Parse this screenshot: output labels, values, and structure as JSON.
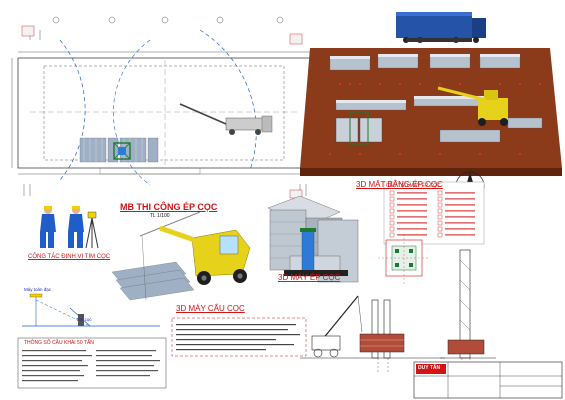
{
  "labels": {
    "site_plan_title": "MB THI CÔNG ÉP CỌC",
    "site_plan_scale": "TL 1/100",
    "pile_plan_title": "3D MẶT BẰNG ÉP CỌC",
    "press_machine_title": "3D MÁY ÉP CỌC",
    "crane_title": "3D MÁY CẨU CỌC",
    "survey_title": "CÔNG TÁC ĐỊNH VỊ TIM CỌC",
    "legend_title": "CẤU TẠO MÁY ÉP CỌC",
    "tech_title": "THÔNG SỐ CẦU KHÁI 50 TẤN",
    "pile_label": "Tim cọc",
    "machine_label": "Máy toàn đạc",
    "logo_text": "DUY TÂN"
  },
  "legend_marks": [
    "1",
    "2",
    "3",
    "4",
    "5",
    "6",
    "7",
    "8",
    "9",
    "10",
    "11",
    "12",
    "13",
    "14",
    "15",
    "16"
  ],
  "colors": {
    "ground": "#8b3a1a",
    "ground_dark": "#5e240e",
    "beam": "#9fb0c4",
    "crane_yellow": "#e6d21a",
    "truck_blue": "#2453a8",
    "title_red": "#d21414",
    "survey_blue": "#1f5ec9"
  }
}
